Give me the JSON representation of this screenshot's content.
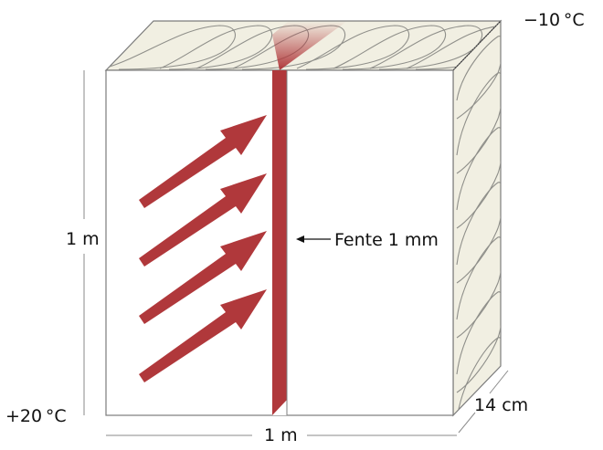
{
  "diagram": {
    "title": "Insulated wall section with 1 mm slot",
    "labels": {
      "temp_outside": "−10 °C",
      "temp_inside": "+20 °C",
      "height": "1 m",
      "width": "1 m",
      "depth": "14 cm",
      "slot": "Fente 1 mm"
    },
    "colors": {
      "slot_red": "#b0383b",
      "insulation_fill": "#f1efe2",
      "insulation_line": "#8f8f8a",
      "edge": "#7c7c7c",
      "text": "#111111"
    },
    "arrows": {
      "count": 4,
      "direction": "diagonal up-right toward slot",
      "meaning": "warm air flow"
    }
  }
}
